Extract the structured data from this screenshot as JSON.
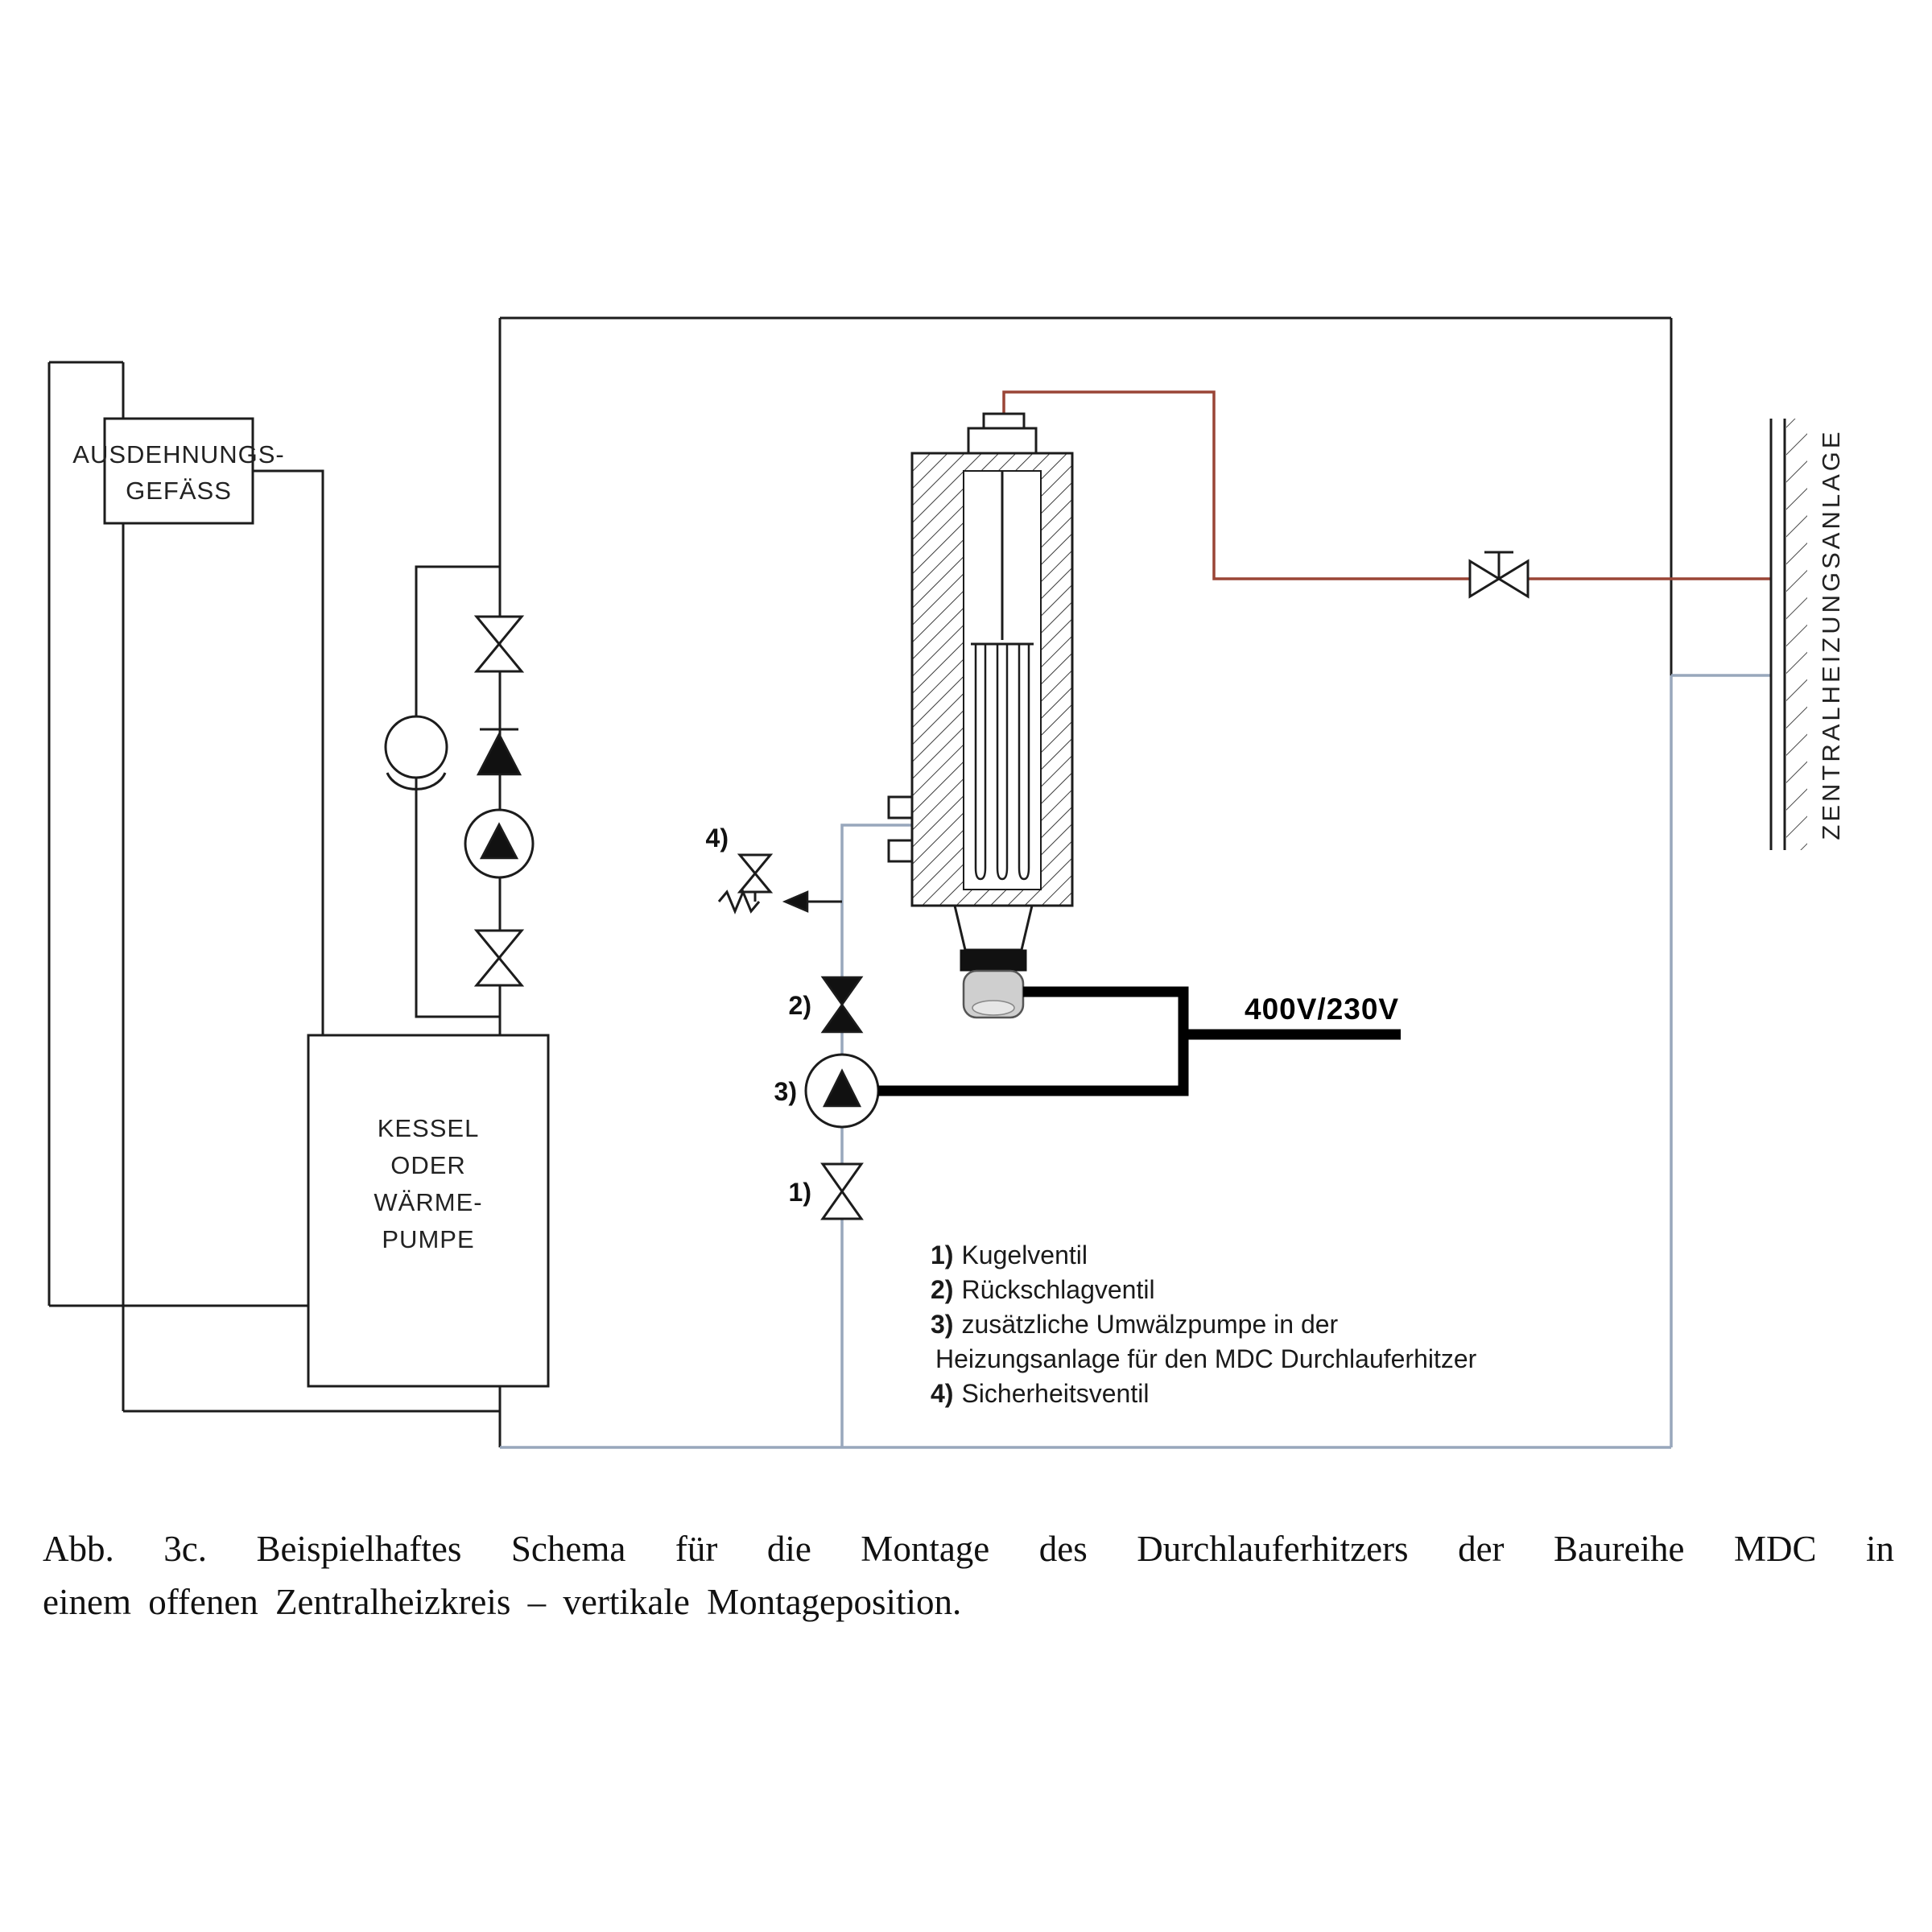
{
  "labels": {
    "expansion_vessel": [
      "AUSDEHNUNGS-",
      "GEFÄSS"
    ],
    "boiler": [
      "KESSEL",
      "ODER",
      "WÄRME-",
      "PUMPE"
    ],
    "central_heating_wall": "ZENTRALHEIZUNGSANLAGE",
    "voltage": "400V/230V",
    "callout_1": "1)",
    "callout_2": "2)",
    "callout_3": "3)",
    "callout_4": "4)"
  },
  "legend": [
    {
      "n": "1)",
      "t": "Kugelventil"
    },
    {
      "n": "2)",
      "t": "Rückschlagventil"
    },
    {
      "n": "3)",
      "t": "zusätzliche Umwälzpumpe in der"
    },
    {
      "n": "",
      "t": "Heizungsanlage für den MDC Durchlauferhitzer"
    },
    {
      "n": "4)",
      "t": "Sicherheitsventil"
    }
  ],
  "caption": {
    "line1": "Abb. 3c. Beispielhaftes Schema für die Montage des Durchlauferhitzers der Baureihe MDC in",
    "line2": "einem offenen Zentralheizkreis – vertikale Montageposition."
  },
  "colors": {
    "supply_line": "#9a4536",
    "return_line": "#98a7bc",
    "diagram_line": "#1c1c1c"
  }
}
